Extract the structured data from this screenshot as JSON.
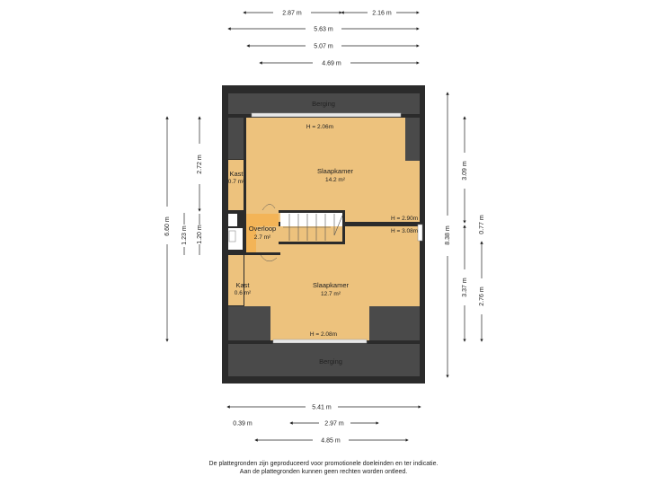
{
  "colors": {
    "wall": "#2b2b2b",
    "room_fill": "#edc27d",
    "storage_fill": "#4a4a4a",
    "overloop_fill": "#f3b457",
    "dim_line": "#222222"
  },
  "dimensions": {
    "top": [
      "2.87 m",
      "2.16 m",
      "5.63 m",
      "5.07 m",
      "4.69 m"
    ],
    "bottom": [
      "5.41 m",
      "0.39 m",
      "2.97 m",
      "4.85 m"
    ],
    "left": [
      "6.60 m",
      "2.72 m",
      "1.23 m",
      "1.20 m"
    ],
    "right": [
      "8.38 m",
      "3.09 m",
      "0.77 m",
      "3.37 m",
      "2.76 m"
    ]
  },
  "rooms": {
    "berging_top": "Berging",
    "berging_bottom": "Berging",
    "slaapkamer_top": {
      "name": "Slaapkamer",
      "area": "14.2 m²"
    },
    "slaapkamer_bottom": {
      "name": "Slaapkamer",
      "area": "12.7 m²"
    },
    "kast_top": {
      "name": "Kast",
      "area": "0.7 m²"
    },
    "kast_bottom": {
      "name": "Kast",
      "area": "0.6 m²"
    },
    "overloop": {
      "name": "Overloop",
      "area": "2.7 m²"
    }
  },
  "heights": {
    "h1": "H = 2.06m",
    "h2": "H = 2.90m",
    "h3": "H = 3.08m",
    "h4": "H = 2.08m"
  },
  "footer": {
    "line1": "De plattegronden zijn geproduceerd voor promotionele doeleinden en ter indicatie.",
    "line2": "Aan de plattegronden kunnen geen rechten worden ontleed."
  }
}
